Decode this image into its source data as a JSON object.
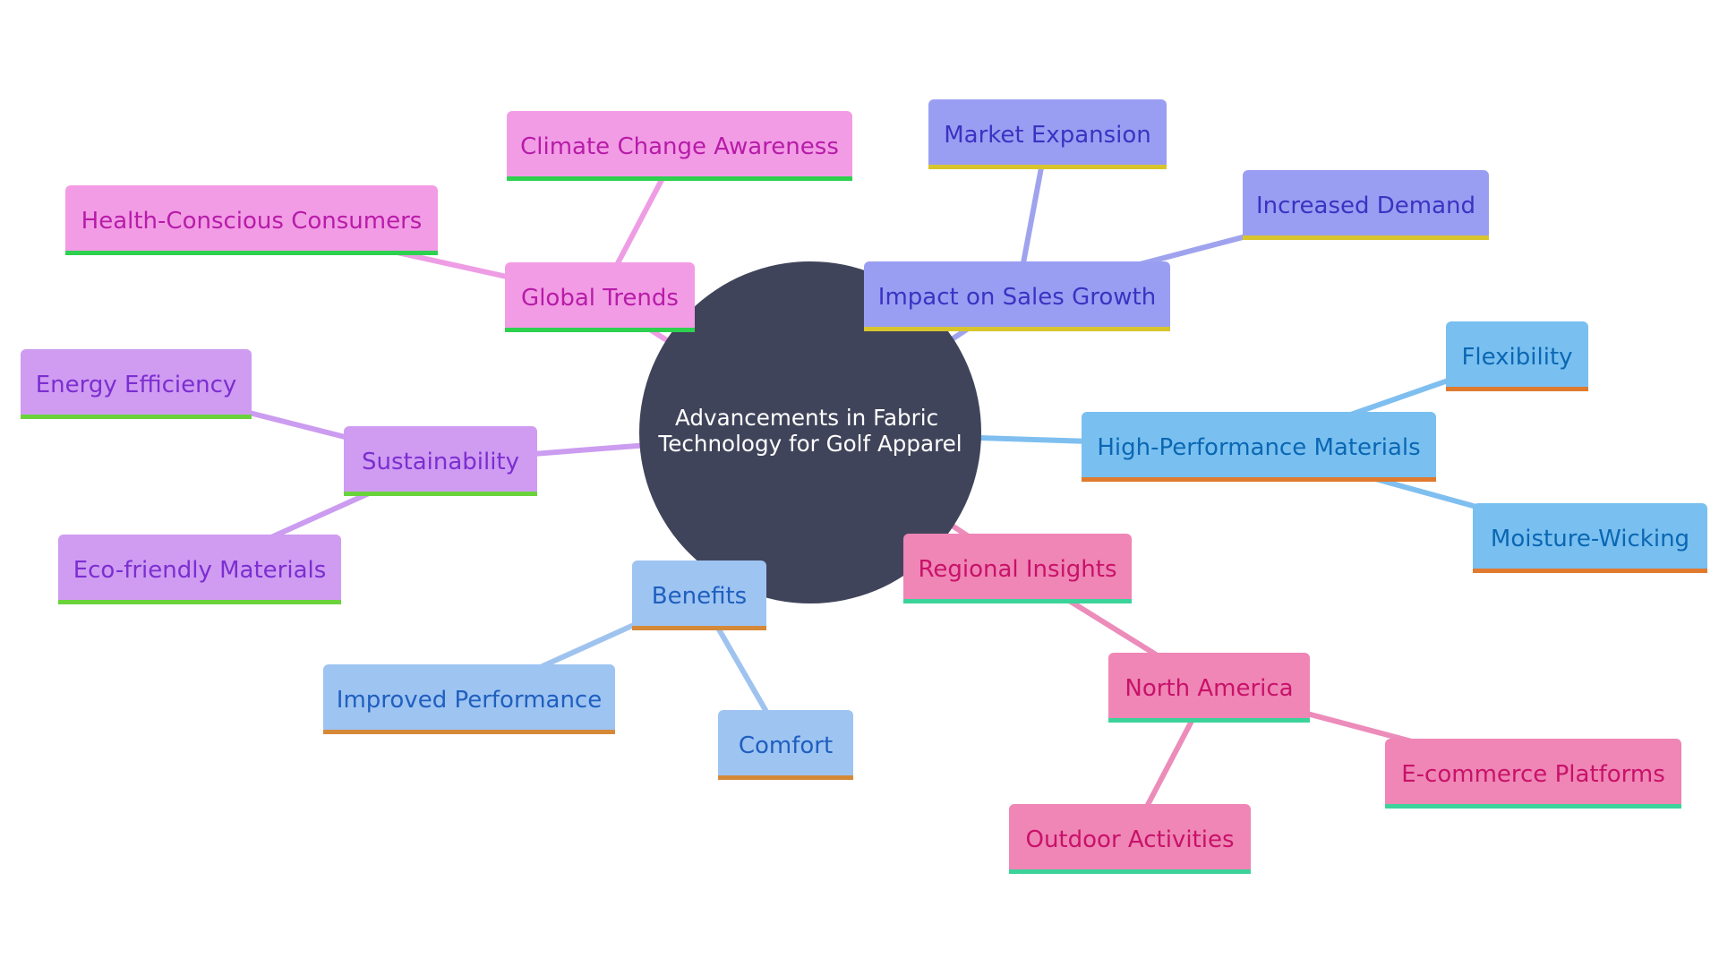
{
  "center": {
    "lines": [
      "Advancements in Fabric",
      "Technology for Golf Apparel"
    ],
    "color": "#40445a"
  },
  "palette": {
    "trends": {
      "fill": "#f29ce6",
      "text": "#b71ca8",
      "underline": "#2ed04f",
      "edge": "#ee9de5"
    },
    "sales": {
      "fill": "#9a9ef2",
      "text": "#3a33c2",
      "underline": "#d8c52c",
      "edge": "#9fa3ee"
    },
    "materials": {
      "fill": "#79c0f0",
      "text": "#0b67b3",
      "underline": "#e07a2e",
      "edge": "#7fbff0"
    },
    "regional": {
      "fill": "#ef86b6",
      "text": "#c81269",
      "underline": "#3bd39a",
      "edge": "#ec8cba"
    },
    "benefits": {
      "fill": "#9ec4f2",
      "text": "#1f5fbf",
      "underline": "#d58938",
      "edge": "#9fc3ef"
    },
    "sustain": {
      "fill": "#cf9cf2",
      "text": "#7c2ed0",
      "underline": "#6ad23b",
      "edge": "#cb9cf0"
    }
  },
  "nodes": [
    {
      "id": "global-trends",
      "label": "Global Trends",
      "group": "trends"
    },
    {
      "id": "climate-change",
      "label": "Climate Change Awareness",
      "group": "trends"
    },
    {
      "id": "health-conscious",
      "label": "Health-Conscious Consumers",
      "group": "trends"
    },
    {
      "id": "impact-sales",
      "label": "Impact on Sales Growth",
      "group": "sales"
    },
    {
      "id": "market-expansion",
      "label": "Market Expansion",
      "group": "sales"
    },
    {
      "id": "increased-demand",
      "label": "Increased Demand",
      "group": "sales"
    },
    {
      "id": "high-performance",
      "label": "High-Performance Materials",
      "group": "materials"
    },
    {
      "id": "flexibility",
      "label": "Flexibility",
      "group": "materials"
    },
    {
      "id": "moisture-wicking",
      "label": "Moisture-Wicking",
      "group": "materials"
    },
    {
      "id": "regional-insights",
      "label": "Regional Insights",
      "group": "regional"
    },
    {
      "id": "north-america",
      "label": "North America",
      "group": "regional"
    },
    {
      "id": "ecommerce",
      "label": "E-commerce Platforms",
      "group": "regional"
    },
    {
      "id": "outdoor-activities",
      "label": "Outdoor Activities",
      "group": "regional"
    },
    {
      "id": "benefits",
      "label": "Benefits",
      "group": "benefits"
    },
    {
      "id": "improved-performance",
      "label": "Improved Performance",
      "group": "benefits"
    },
    {
      "id": "comfort",
      "label": "Comfort",
      "group": "benefits"
    },
    {
      "id": "sustainability",
      "label": "Sustainability",
      "group": "sustain"
    },
    {
      "id": "energy-efficiency",
      "label": "Energy Efficiency",
      "group": "sustain"
    },
    {
      "id": "eco-friendly",
      "label": "Eco-friendly Materials",
      "group": "sustain"
    }
  ],
  "edges": [
    [
      "center",
      "global-trends"
    ],
    [
      "global-trends",
      "climate-change"
    ],
    [
      "global-trends",
      "health-conscious"
    ],
    [
      "center",
      "impact-sales"
    ],
    [
      "impact-sales",
      "market-expansion"
    ],
    [
      "impact-sales",
      "increased-demand"
    ],
    [
      "center",
      "high-performance"
    ],
    [
      "high-performance",
      "flexibility"
    ],
    [
      "high-performance",
      "moisture-wicking"
    ],
    [
      "center",
      "regional-insights"
    ],
    [
      "regional-insights",
      "north-america"
    ],
    [
      "north-america",
      "ecommerce"
    ],
    [
      "north-america",
      "outdoor-activities"
    ],
    [
      "center",
      "benefits"
    ],
    [
      "benefits",
      "improved-performance"
    ],
    [
      "benefits",
      "comfort"
    ],
    [
      "center",
      "sustainability"
    ],
    [
      "sustainability",
      "energy-efficiency"
    ],
    [
      "sustainability",
      "eco-friendly"
    ]
  ]
}
